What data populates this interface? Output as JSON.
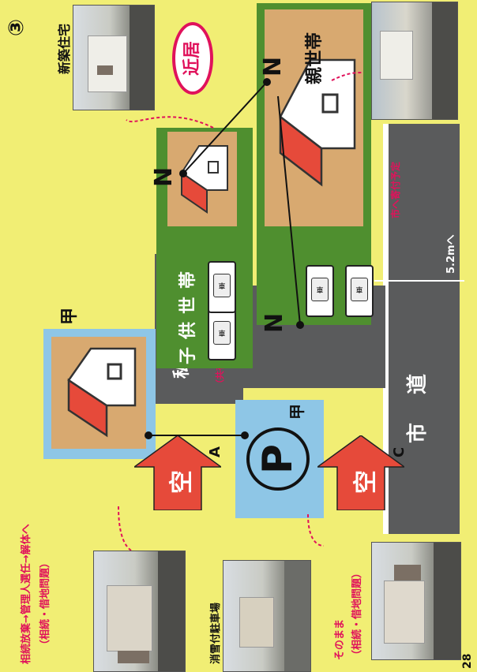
{
  "figure": {
    "number": "③",
    "page_number": "28",
    "badge_kinkyo": "近居",
    "parent_household": "親世帯",
    "child_household": "子供世帯",
    "house_kou": "甲",
    "north_marks": [
      "N",
      "N",
      "N"
    ],
    "private_road": "私道",
    "private_road_note": "（共有持分あり）",
    "city_road": "市道",
    "road_width": "5.2m",
    "donation_note": "市へ寄付予定",
    "parking_label": "P",
    "parking_owner": "甲",
    "vacant_a_char": "空",
    "vacant_a_letter": "A",
    "vacant_c_char": "空",
    "vacant_c_letter": "C",
    "car_label": "車",
    "caption_new_house": "新築住宅",
    "caption_a_line1": "相続放棄→管理人選任→解体へ",
    "caption_a_line2": "（相続・借地問題）",
    "caption_snow_parking": "消雪付駐車場",
    "caption_c_line1": "そのまま",
    "caption_c_line2": "（相続・借地問題）"
  },
  "colors": {
    "background": "#f1ee74",
    "green_lot": "#4f8f2f",
    "tan_lot": "#d8a970",
    "blue_lot": "#8ec6e6",
    "road_grey": "#5a5b5c",
    "arrow_red": "#e64a3a",
    "accent_pink": "#e0125b"
  }
}
